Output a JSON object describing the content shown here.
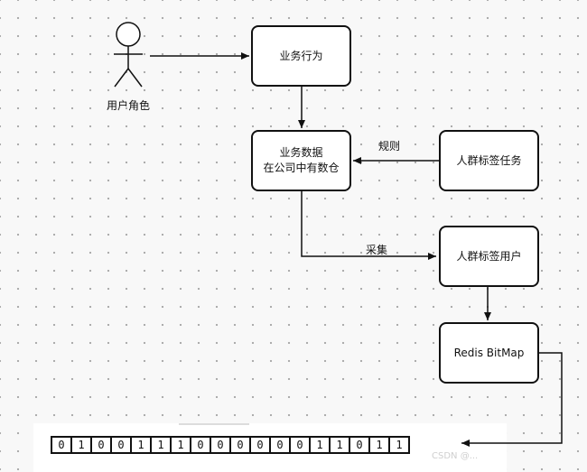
{
  "actor": {
    "label": "用户角色"
  },
  "nodes": {
    "behavior": {
      "text": "业务行为"
    },
    "warehouse": {
      "line1": "业务数据",
      "line2": "在公司中有数仓"
    },
    "task": {
      "text": "人群标签任务"
    },
    "users": {
      "text": "人群标签用户"
    },
    "bitmap": {
      "text": "Redis BitMap"
    }
  },
  "edges": {
    "rule": "规则",
    "collect": "采集"
  },
  "bits": [
    "0",
    "1",
    "0",
    "0",
    "1",
    "1",
    "1",
    "0",
    "0",
    "0",
    "0",
    "0",
    "0",
    "1",
    "1",
    "0",
    "1",
    "1"
  ],
  "watermark": "CSDN @..."
}
